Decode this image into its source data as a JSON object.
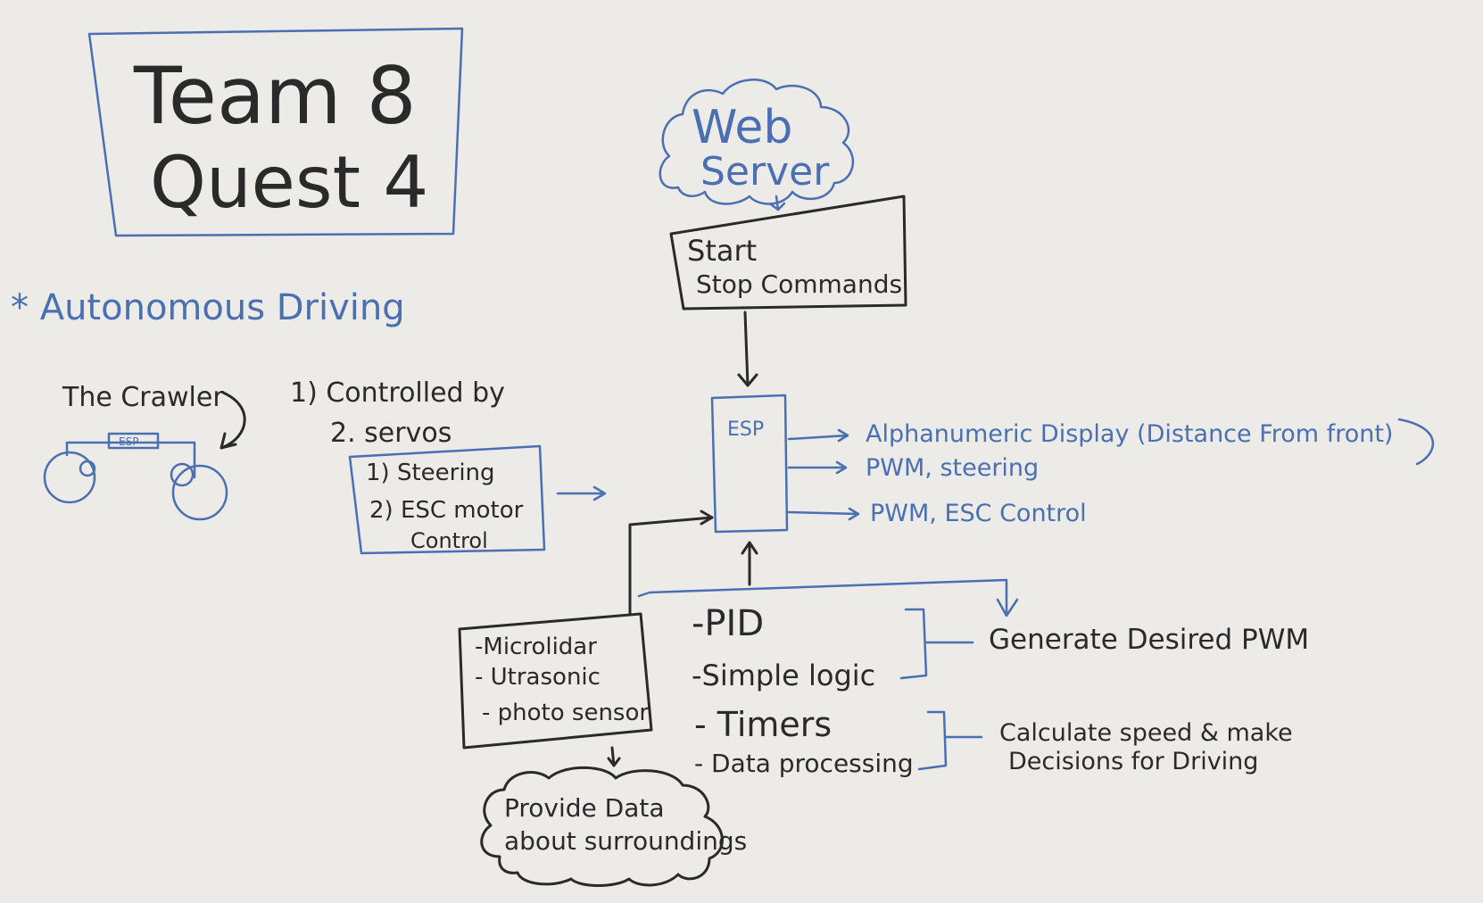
{
  "title": {
    "line1": "Team 8",
    "line2": "Quest 4"
  },
  "topic": "* Autonomous Driving",
  "crawler": {
    "label": "The Crawler",
    "chip": "ESP"
  },
  "servos": {
    "intro_line1": "1) Controlled by",
    "intro_line2": "2. servos",
    "items": [
      "1) Steering",
      "2) ESC motor",
      "Control"
    ]
  },
  "cloud_web": {
    "line1": "Web",
    "line2": "Server"
  },
  "commands_box": {
    "line1": "Start",
    "line2": "Stop Commands"
  },
  "esp_box": {
    "label": "ESP"
  },
  "outputs": [
    "Alphanumeric Display (Distance From front)",
    "PWM, steering",
    "PWM, ESC Control"
  ],
  "sensors": [
    "-Microlidar",
    "- Utrasonic",
    "- photo sensor"
  ],
  "cloud_data": {
    "line1": "Provide Data",
    "line2": "about surroundings"
  },
  "tasks": [
    "-PID",
    "-Simple logic",
    "- Timers",
    "- Data processing"
  ],
  "results": {
    "pwm": "Generate Desired PWM",
    "decide_line1": "Calculate speed & make",
    "decide_line2": "Decisions for Driving"
  }
}
